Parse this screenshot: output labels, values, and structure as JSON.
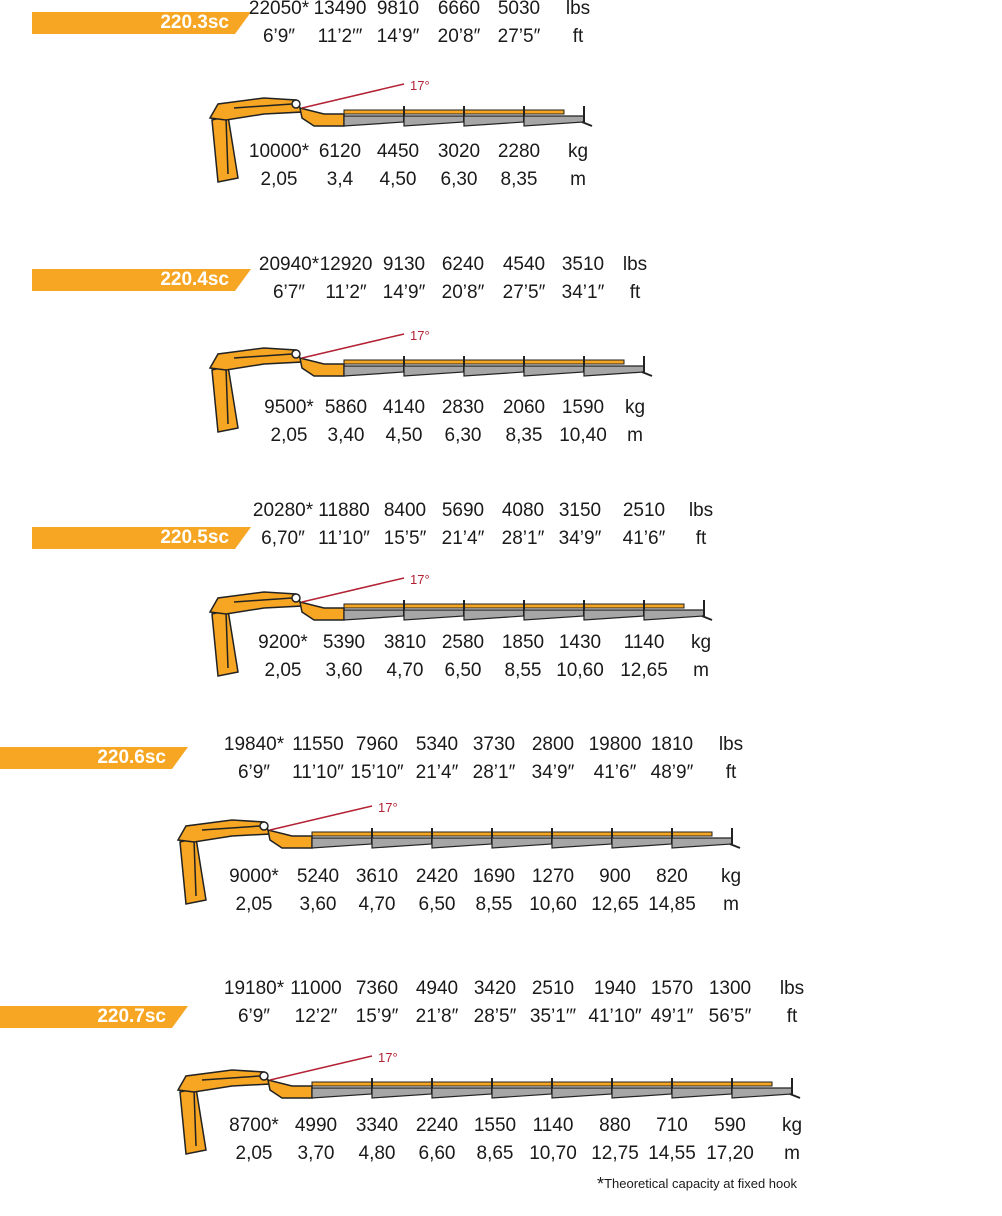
{
  "sections": [
    {
      "model": "220.3sc",
      "lbs": [
        "22050*",
        "13490",
        "9810",
        "6660",
        "5030"
      ],
      "ft": [
        "6’9″",
        "11’2′″",
        "14’9″",
        "20’8″",
        "27’5″"
      ],
      "kg": [
        "10000*",
        "6120",
        "4450",
        "3020",
        "2280"
      ],
      "m": [
        "2,05",
        "3,4",
        "4,50",
        "6,30",
        "8,35"
      ]
    },
    {
      "model": "220.4sc",
      "lbs": [
        "20940*",
        "12920",
        "9130",
        "6240",
        "4540",
        "3510"
      ],
      "ft": [
        "6’7″",
        "11’2″",
        "14’9″",
        "20’8″",
        "27’5″",
        "34’1″"
      ],
      "kg": [
        "9500*",
        "5860",
        "4140",
        "2830",
        "2060",
        "1590"
      ],
      "m": [
        "2,05",
        "3,40",
        "4,50",
        "6,30",
        "8,35",
        "10,40"
      ]
    },
    {
      "model": "220.5sc",
      "lbs": [
        "20280*",
        "11880",
        "8400",
        "5690",
        "4080",
        "3150",
        "2510"
      ],
      "ft": [
        "6,70″",
        "11’10″",
        "15’5″",
        "21’4″",
        "28’1″",
        "34’9″",
        "41’6″"
      ],
      "kg": [
        "9200*",
        "5390",
        "3810",
        "2580",
        "1850",
        "1430",
        "1140"
      ],
      "m": [
        "2,05",
        "3,60",
        "4,70",
        "6,50",
        "8,55",
        "10,60",
        "12,65"
      ]
    },
    {
      "model": "220.6sc",
      "lbs": [
        "19840*",
        "11550",
        "7960",
        "5340",
        "3730",
        "2800",
        "19800",
        "1810"
      ],
      "ft": [
        "6’9″",
        "11’10″",
        "15’10″",
        "21’4″",
        "28’1″",
        "34’9″",
        "41’6″",
        "48’9″"
      ],
      "kg": [
        "9000*",
        "5240",
        "3610",
        "2420",
        "1690",
        "1270",
        "900",
        "820"
      ],
      "m": [
        "2,05",
        "3,60",
        "4,70",
        "6,50",
        "8,55",
        "10,60",
        "12,65",
        "14,85"
      ]
    },
    {
      "model": "220.7sc",
      "lbs": [
        "19180*",
        "11000",
        "7360",
        "4940",
        "3420",
        "2510",
        "1940",
        "1570",
        "1300"
      ],
      "ft": [
        "6’9″",
        "12’2″",
        "15’9″",
        "21’8″",
        "28’5″",
        "35’1′″",
        "41’10″",
        "49’1″",
        "56’5″"
      ],
      "kg": [
        "8700*",
        "4990",
        "3340",
        "2240",
        "1550",
        "1140",
        "880",
        "710",
        "590"
      ],
      "m": [
        "2,05",
        "3,70",
        "4,80",
        "6,60",
        "8,65",
        "10,70",
        "12,75",
        "14,55",
        "17,20"
      ]
    }
  ],
  "units": {
    "lbs": "lbs",
    "ft": "ft",
    "kg": "kg",
    "m": "m"
  },
  "angle": "17°",
  "footnote": {
    "mark": "*",
    "text": "Theoretical capacity at fixed hook"
  },
  "colors": {
    "accent": "#f6a623",
    "boom": "#f6a623",
    "extension": "#a6a6a6",
    "angle_line": "#b22234"
  }
}
